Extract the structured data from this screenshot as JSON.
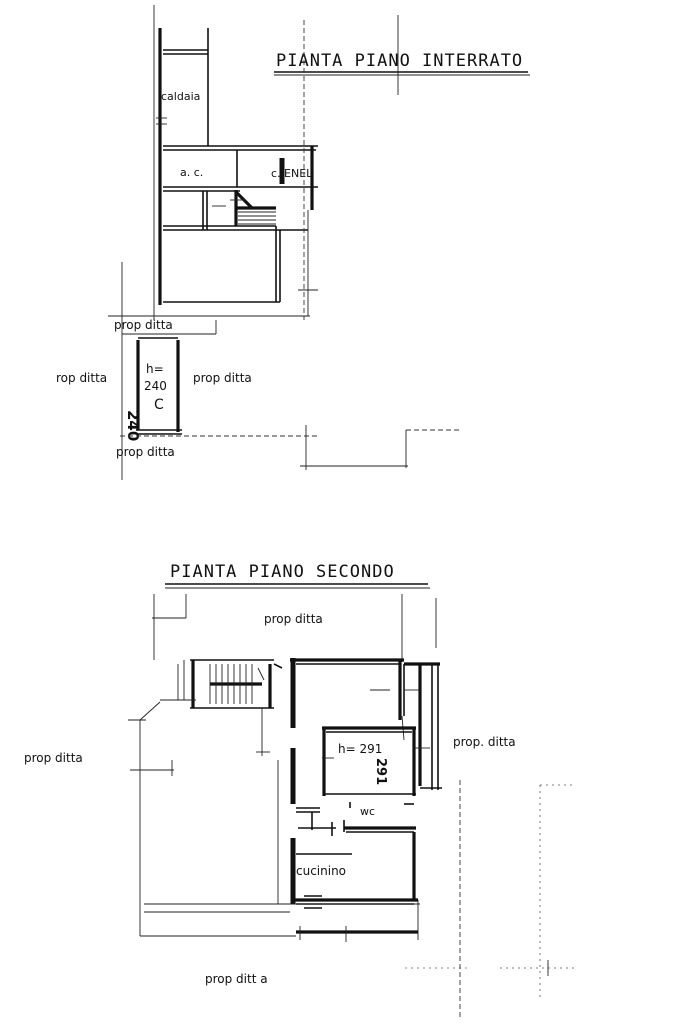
{
  "basement": {
    "title": "PIANTA PIANO INTERRATO",
    "rooms": {
      "boiler": "caldaia",
      "ac": "a. c.",
      "enel": "c. ENEL",
      "cellar_height": "h=",
      "cellar_height_value": "240",
      "cellar_letter": "C"
    },
    "dimension_vertical": "240",
    "neighbours": {
      "top": "prop ditta",
      "left": "rop ditta",
      "right": "prop ditta",
      "bottom": "prop ditta"
    }
  },
  "second_floor": {
    "title": "PIANTA PIANO SECONDO",
    "rooms": {
      "height": "h= 291",
      "height_vertical": "291",
      "wc": "wc",
      "kitchenette": "cucinino"
    },
    "neighbours": {
      "top": "prop ditta",
      "left": "prop ditta",
      "right": "prop. ditta",
      "bottom": "prop ditt a"
    }
  }
}
